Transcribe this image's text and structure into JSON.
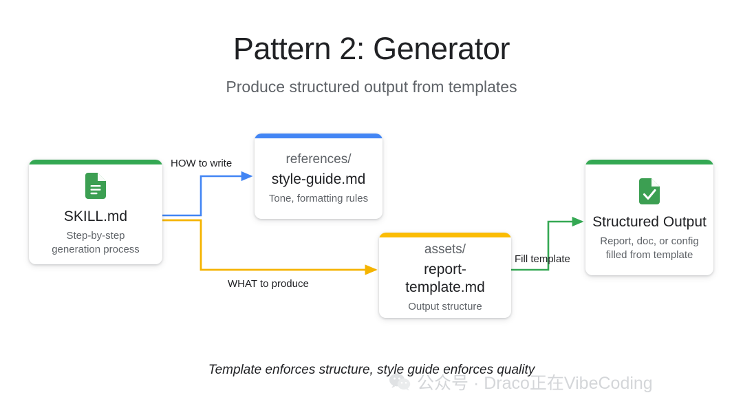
{
  "header": {
    "title": "Pattern 2: Generator",
    "subtitle": "Produce structured output from templates"
  },
  "cards": [
    {
      "id": "skill",
      "icon": "google-doc-icon",
      "title": "SKILL.md",
      "subtitle": "Step-by-step\ngeneration process",
      "subtitle_line1": "Step-by-step",
      "subtitle_line2": "generation process",
      "accent": "#34A853"
    },
    {
      "id": "references",
      "kicker": "references/",
      "title": "style-guide.md",
      "subtitle": "Tone, formatting rules",
      "accent": "#4285F4"
    },
    {
      "id": "assets",
      "kicker": "assets/",
      "title": "report-template.md",
      "subtitle": "Output structure",
      "accent": "#FBBC04"
    },
    {
      "id": "output",
      "icon": "doc-check-icon",
      "title": "Structured Output",
      "subtitle_line1": "Report, doc, or config",
      "subtitle_line2": "filled from template",
      "accent": "#34A853"
    }
  ],
  "edges": [
    {
      "id": "how",
      "label": "HOW to write",
      "color": "#4285F4"
    },
    {
      "id": "what",
      "label": "WHAT to produce",
      "color": "#FBBC04"
    },
    {
      "id": "fill",
      "label": "Fill template",
      "color": "#34A853"
    }
  ],
  "footer": {
    "note": "Template enforces structure, style guide enforces quality"
  },
  "watermark": {
    "icon": "wechat-icon",
    "text": "公众号 · Draco正在VibeCoding"
  }
}
